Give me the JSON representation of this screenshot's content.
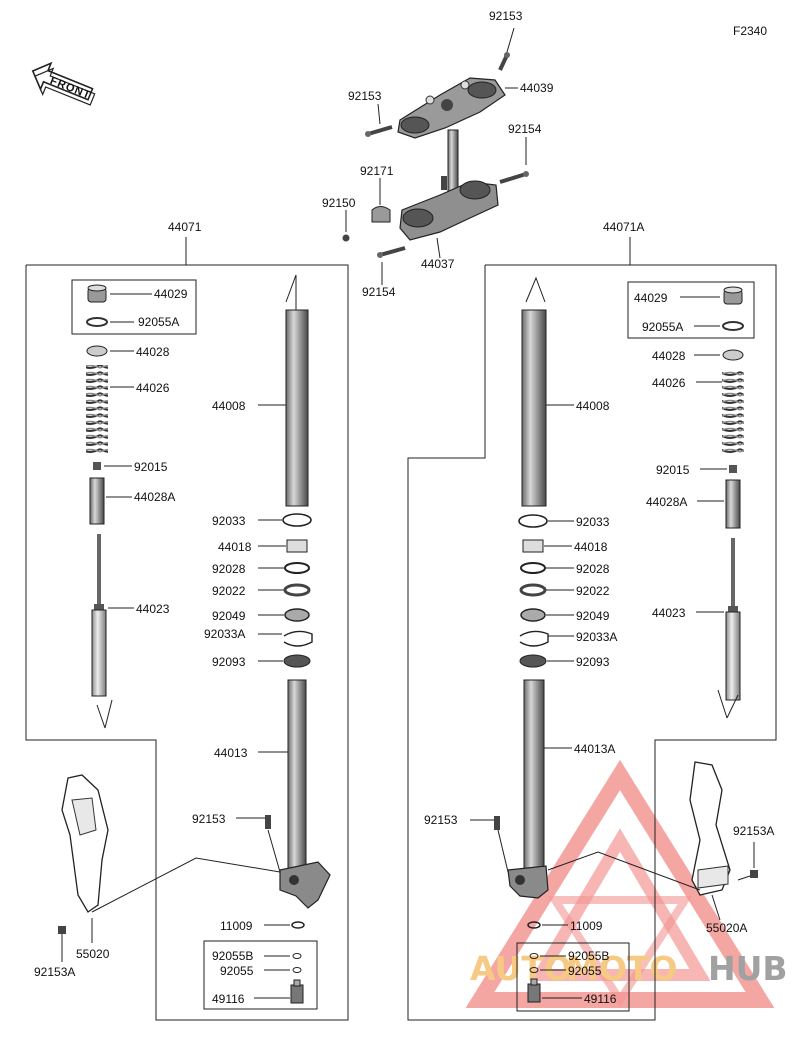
{
  "figure_code": "F2340",
  "front_label": "FRONT",
  "watermark": {
    "part1": "AUTO",
    "part2": "MOTO",
    "part3": "HUB",
    "colors": {
      "red": "#e8403a",
      "orange": "#f0a020",
      "gray": "#6a6a6a"
    }
  },
  "colors": {
    "line": "#222222",
    "part_dark": "#555555",
    "part_mid": "#9a9a9a",
    "part_light": "#d6d6d6"
  },
  "labels": {
    "top_bolt": "92153",
    "upper_clamp": "44039",
    "upper_clamp_bolt": "92153",
    "lower_clamp_bolt_r": "92154",
    "clamp_spacer": "92171",
    "lower_clamp_bolt_l": "92150",
    "lower_clamp": "44037",
    "lower_clamp_bolt_b": "92154",
    "left_assembly": "44071",
    "right_assembly": "44071A"
  },
  "left": {
    "cap": "44029",
    "oring_cap": "92055A",
    "spring_seat": "44028",
    "spring": "44026",
    "nut": "92015",
    "collar": "44028A",
    "cartridge": "44023",
    "outer_tube": "44008",
    "ring_a": "92033",
    "bushing": "44018",
    "washer_a": "92028",
    "washer_b": "92022",
    "seal": "92049",
    "clip": "92033A",
    "dust_seal": "92093",
    "inner_tube": "44013",
    "axle_bolt": "92153",
    "guard_bolt": "92153A",
    "guard": "55020",
    "oring_bottom": "11009",
    "oring_b": "92055B",
    "oring_c": "92055",
    "valve": "49116"
  },
  "right": {
    "cap": "44029",
    "oring_cap": "92055A",
    "spring_seat": "44028",
    "spring": "44026",
    "nut": "92015",
    "collar": "44028A",
    "cartridge": "44023",
    "outer_tube": "44008",
    "ring_a": "92033",
    "bushing": "44018",
    "washer_a": "92028",
    "washer_b": "92022",
    "seal": "92049",
    "clip": "92033A",
    "dust_seal": "92093",
    "inner_tube": "44013A",
    "axle_bolt": "92153",
    "guard_bolt": "92153A",
    "guard": "55020A",
    "oring_bottom": "11009",
    "oring_b": "92055B",
    "oring_c": "92055",
    "valve": "49116"
  }
}
